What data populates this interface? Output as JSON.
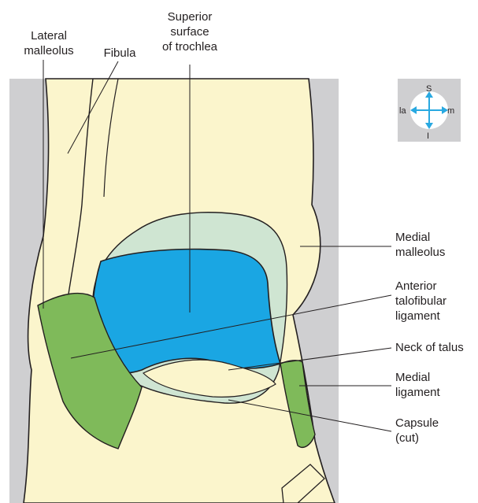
{
  "labels": {
    "lateral_malleolus": [
      "Lateral",
      "malleolus"
    ],
    "fibula": [
      "Fibula"
    ],
    "superior_surface": [
      "Superior",
      "surface",
      "of trochlea"
    ],
    "medial_malleolus": [
      "Medial",
      "malleolus"
    ],
    "anterior_ligament": [
      "Anterior",
      "talofibular",
      "ligament"
    ],
    "neck_of_talus": [
      "Neck of talus"
    ],
    "medial_ligament": [
      "Medial",
      "ligament"
    ],
    "capsule": [
      "Capsule",
      "(cut)"
    ]
  },
  "compass": {
    "up": "S",
    "down": "I",
    "left": "la",
    "right": "m"
  },
  "colors": {
    "background_panel": "#cfcfd1",
    "bone": "#fbf5cc",
    "articular_surface": "#1aa6e3",
    "capsule": "#cfe5d2",
    "ligament": "#7fba5a",
    "outline": "#231f20",
    "leader": "#231f20",
    "arrow": "#29a9e1"
  }
}
